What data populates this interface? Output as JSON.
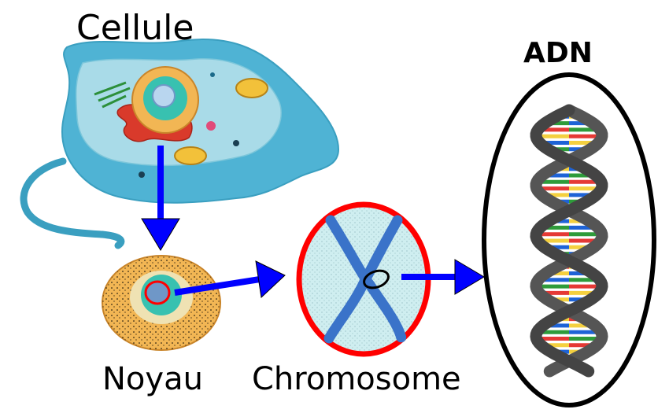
{
  "labels": {
    "cell": "Cellule",
    "nucleus": "Noyau",
    "chromosome": "Chromosome",
    "dna": "ADN"
  },
  "colors": {
    "cell_body": "#4fb3d4",
    "cell_membrane_inner": "#a9dbe8",
    "nucleus_ring": "#f2b654",
    "nucleus_core": "#38c1b0",
    "arrow": "#0000ff",
    "chromosome_ring": "#ff0000",
    "chromosome_fill": "#cfeef0",
    "chromatid": "#3a73c9",
    "helix_backbone": "#555555",
    "base_red": "#e53935",
    "base_yellow": "#f4d03f",
    "base_blue": "#1e63d6",
    "base_green": "#2e9b3a",
    "dna_frame": "#000000"
  }
}
